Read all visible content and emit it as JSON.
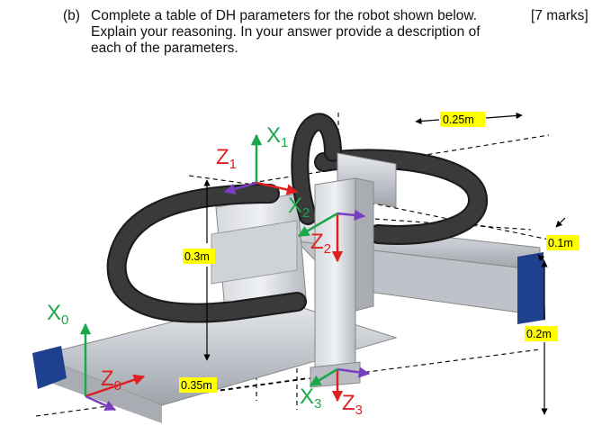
{
  "question": {
    "number": "(b)",
    "lines": [
      "Complete a table of DH parameters for the robot shown below.",
      "Explain your reasoning.  In your answer provide a description of",
      "each of the parameters."
    ],
    "marks": "[7 marks]"
  },
  "figure": {
    "axes": {
      "z0": {
        "letter": "Z",
        "sub": "0"
      },
      "x0": {
        "letter": "X",
        "sub": "0"
      },
      "z1": {
        "letter": "Z",
        "sub": "1"
      },
      "x1": {
        "letter": "X",
        "sub": "1"
      },
      "x2": {
        "letter": "X",
        "sub": "2"
      },
      "z2": {
        "letter": "Z",
        "sub": "2"
      },
      "x3": {
        "letter": "X",
        "sub": "3"
      },
      "z3": {
        "letter": "Z",
        "sub": "3"
      }
    },
    "dimensions": {
      "d025": "0.25m",
      "d03": "0.3m",
      "d035": "0.35m",
      "d01": "0.1m",
      "d02": "0.2m"
    },
    "colors": {
      "label_bg": "#ffff00",
      "z_axis": "#e02020",
      "x_axis": "#1aa84a",
      "y_axis": "#7a3fc0",
      "rail_blue": "#1f3f8f",
      "rail_silver": "#c8ccd2",
      "chain": "#1b1b1b"
    }
  }
}
